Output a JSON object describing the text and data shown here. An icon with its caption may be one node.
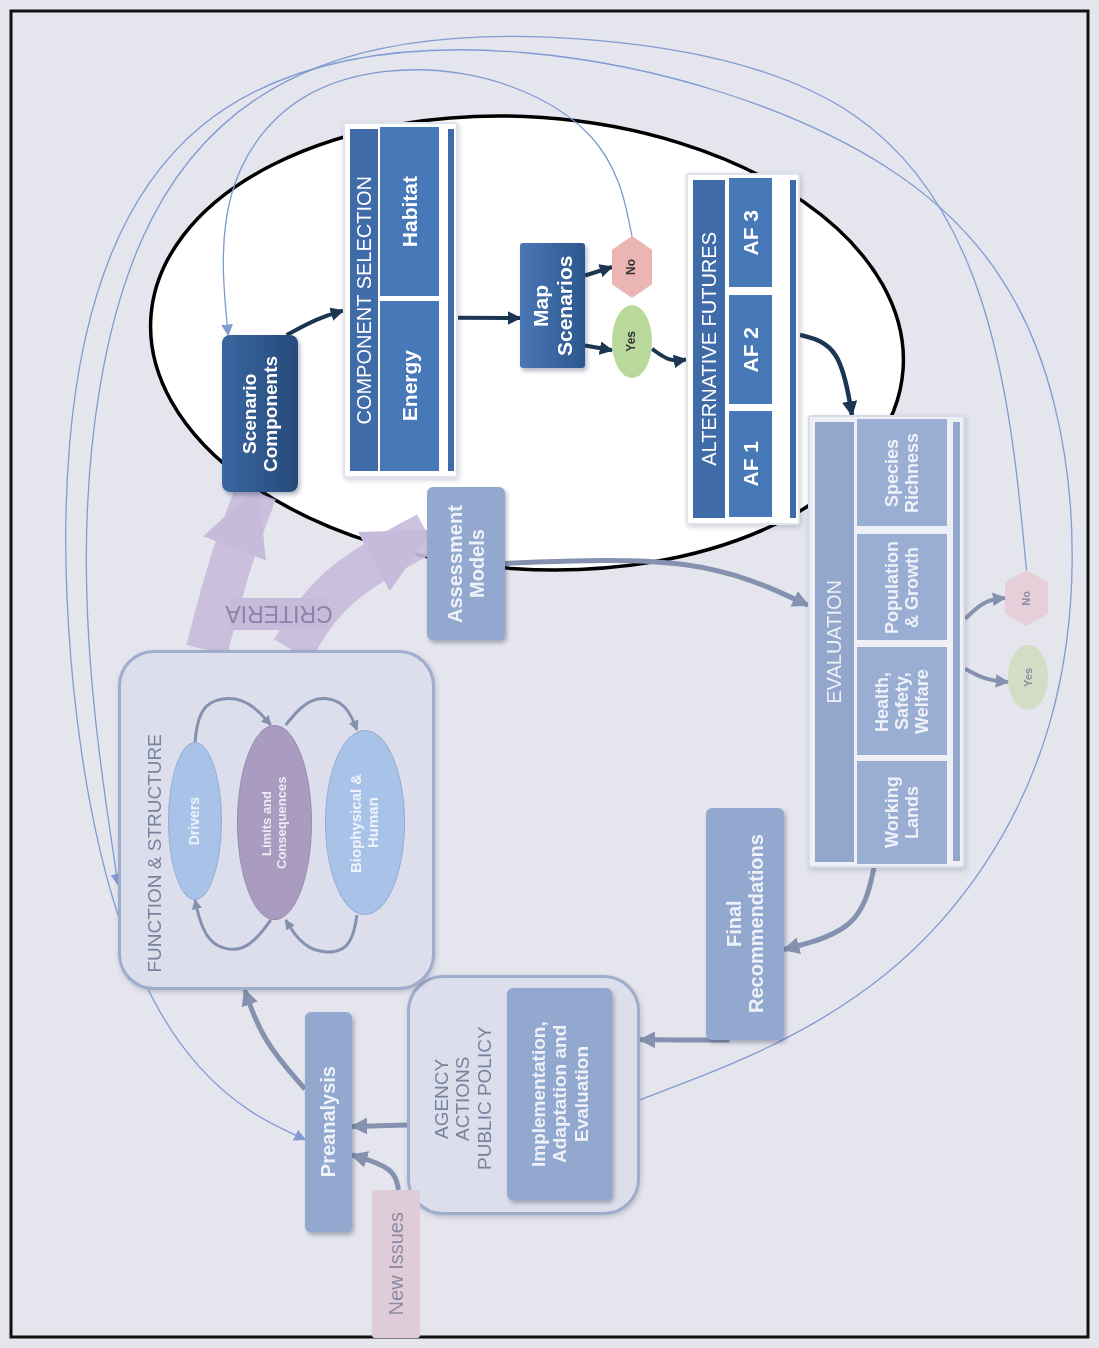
{
  "diagram": {
    "nodes": [
      {
        "text": [
          "Scenario Components"
        ]
      },
      {
        "text": [
          "COMPONENT SELECTION"
        ]
      },
      {
        "text": [
          "Habitat"
        ],
        "in": 1
      },
      {
        "text": [
          "Energy"
        ],
        "in": 1
      },
      {
        "text": [
          "Map Scenarios"
        ]
      },
      {
        "text": [
          "No"
        ]
      },
      {
        "text": [
          "Yes"
        ]
      },
      {
        "text": [
          "ALTERNATIVE FUTURES"
        ]
      },
      {
        "text": [
          "AF 3"
        ],
        "in": 7
      },
      {
        "text": [
          "AF 2"
        ],
        "in": 7
      },
      {
        "text": [
          "AF 1"
        ],
        "in": 7
      },
      {
        "text": [
          "Assessment Models"
        ]
      },
      {
        "text": [
          "EVALUATION"
        ]
      },
      {
        "text": [
          "Species Richness"
        ],
        "in": 12
      },
      {
        "text": [
          "Population & Growth"
        ],
        "in": 12
      },
      {
        "text": [
          "Health, Safety, Welfare"
        ],
        "in": 12
      },
      {
        "text": [
          "Working Lands"
        ],
        "in": 12
      },
      {
        "text": [
          "No"
        ]
      },
      {
        "text": [
          "Yes"
        ]
      },
      {
        "text": [
          "Final Recommendations"
        ]
      },
      {
        "text": [
          "AGENCY ACTIONS PUBLIC POLICY"
        ]
      },
      {
        "text": [
          "Implementation, Adaptation and Evaluation"
        ],
        "in": 20
      },
      {
        "text": [
          "Preanalysis"
        ]
      },
      {
        "text": [
          "New Issues"
        ]
      },
      {
        "text": [
          "FUNCTION & STRUCTURE"
        ]
      },
      {
        "text": [
          "Drivers"
        ],
        "in": 24
      },
      {
        "text": [
          "Limits and Consequences"
        ],
        "in": 24
      },
      {
        "text": [
          "Biophysical & Human"
        ],
        "in": 24
      }
    ],
    "edges": [
      {
        "from": 0,
        "to": 1,
        "arrow": "to",
        "color": "#1c3553"
      },
      {
        "from": 1,
        "to": 4,
        "arrow": "to",
        "color": "#1c3553"
      },
      {
        "from": 4,
        "to": 5,
        "arrow": "to",
        "color": "#1c3553"
      },
      {
        "from": 4,
        "to": 6,
        "arrow": "to",
        "color": "#1c3553"
      },
      {
        "from": 6,
        "to": 7,
        "arrow": "to",
        "color": "#1c3553"
      },
      {
        "from": 7,
        "to": 12,
        "arrow": "to",
        "color": "#1c3553"
      },
      {
        "from": 11,
        "to": 12,
        "arrow": "to"
      },
      {
        "from": 12,
        "to": 17,
        "arrow": "to"
      },
      {
        "from": 12,
        "to": 18,
        "arrow": "to"
      },
      {
        "from": 12,
        "to": 19,
        "arrow": "to"
      },
      {
        "from": 19,
        "to": 20,
        "arrow": "to"
      },
      {
        "from": 20,
        "to": 22,
        "arrow": "to"
      },
      {
        "from": 23,
        "to": 22,
        "arrow": "to"
      },
      {
        "from": 22,
        "to": 24,
        "arrow": "to"
      },
      {
        "from": 25,
        "to": 26,
        "arrow": "to"
      },
      {
        "from": 26,
        "to": 27,
        "arrow": "to"
      },
      {
        "from": 26,
        "to": 25,
        "arrow": "to"
      },
      {
        "from": 27,
        "to": 26,
        "arrow": "to"
      },
      {
        "from": 24,
        "to": 0,
        "arrow": "to",
        "label": "CRITERIA",
        "style": "thick",
        "color": "#c6bbda"
      },
      {
        "from": 24,
        "to": 11,
        "arrow": "to",
        "style": "thick",
        "color": "#c6bbda"
      },
      {
        "from": 5,
        "to": 0,
        "arrow": "to",
        "color": "#7f9bd2"
      },
      {
        "from": 17,
        "to": 24,
        "arrow": "to",
        "color": "#7f9bd2"
      },
      {
        "from": 20,
        "to": 22,
        "arrow": "to",
        "color": "#7f9bd2"
      }
    ]
  }
}
